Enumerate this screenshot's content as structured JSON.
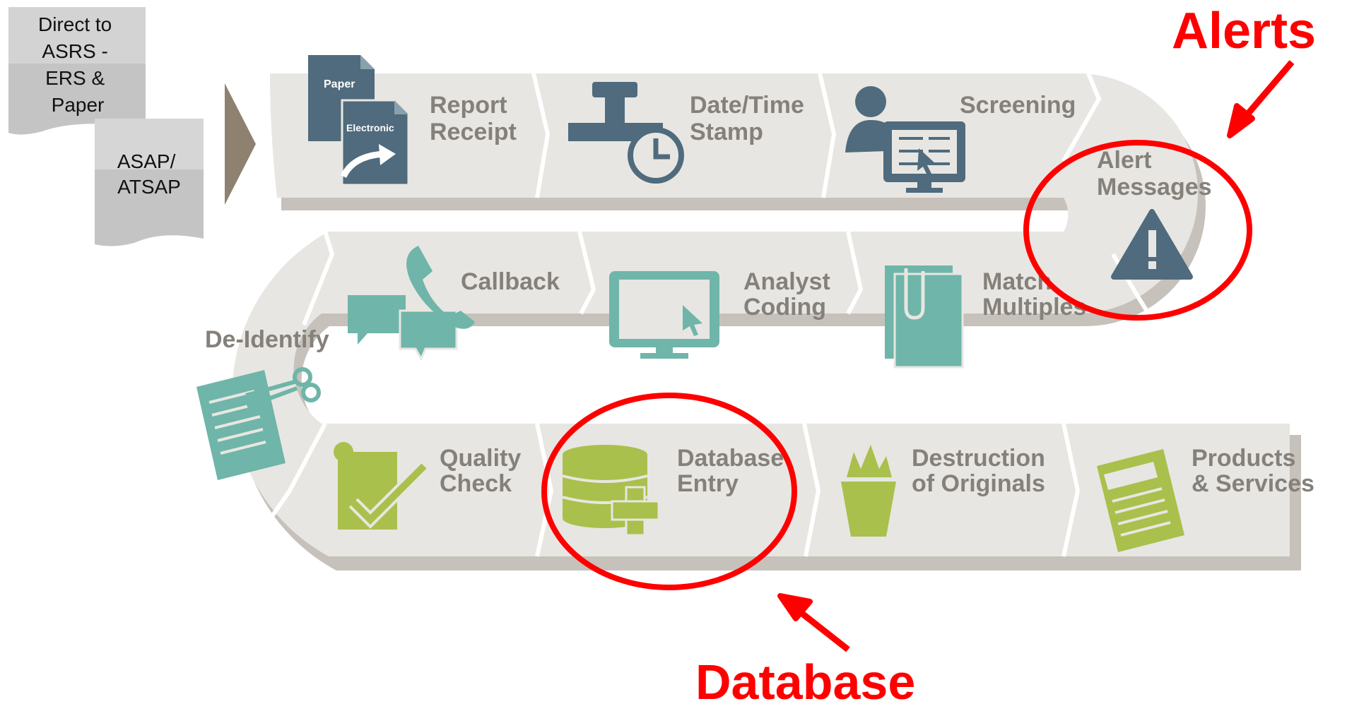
{
  "inputs": {
    "direct": [
      "Direct to",
      "ASRS -",
      "ERS &",
      "Paper"
    ],
    "asap": [
      "ASAP/",
      "ATSAP"
    ]
  },
  "steps": {
    "report_receipt": [
      "Report",
      "Receipt"
    ],
    "date_time_stamp": [
      "Date/Time",
      "Stamp"
    ],
    "screening": [
      "Screening"
    ],
    "alert_messages": [
      "Alert",
      "Messages"
    ],
    "match_multiples": [
      "Match",
      "Multiples"
    ],
    "analyst_coding": [
      "Analyst",
      "Coding"
    ],
    "callback": [
      "Callback"
    ],
    "de_identify": [
      "De-Identify"
    ],
    "quality_check": [
      "Quality",
      "Check"
    ],
    "database_entry": [
      "Database",
      "Entry"
    ],
    "destruction_of_originals": [
      "Destruction",
      "of Originals"
    ],
    "products_services": [
      "Products",
      "& Services"
    ]
  },
  "icon_text": {
    "paper": "Paper",
    "electronic": "Electronic"
  },
  "annotations": {
    "alerts": "Alerts",
    "database": "Database"
  },
  "colors": {
    "band": "#e8e6e2",
    "band_shadow": "#c6c2bb",
    "label": "#85807a",
    "slate_icon": "#4f6b7d",
    "teal_icon": "#6fb5a9",
    "green_icon": "#a9c04c",
    "highlight": "#ff0000"
  }
}
